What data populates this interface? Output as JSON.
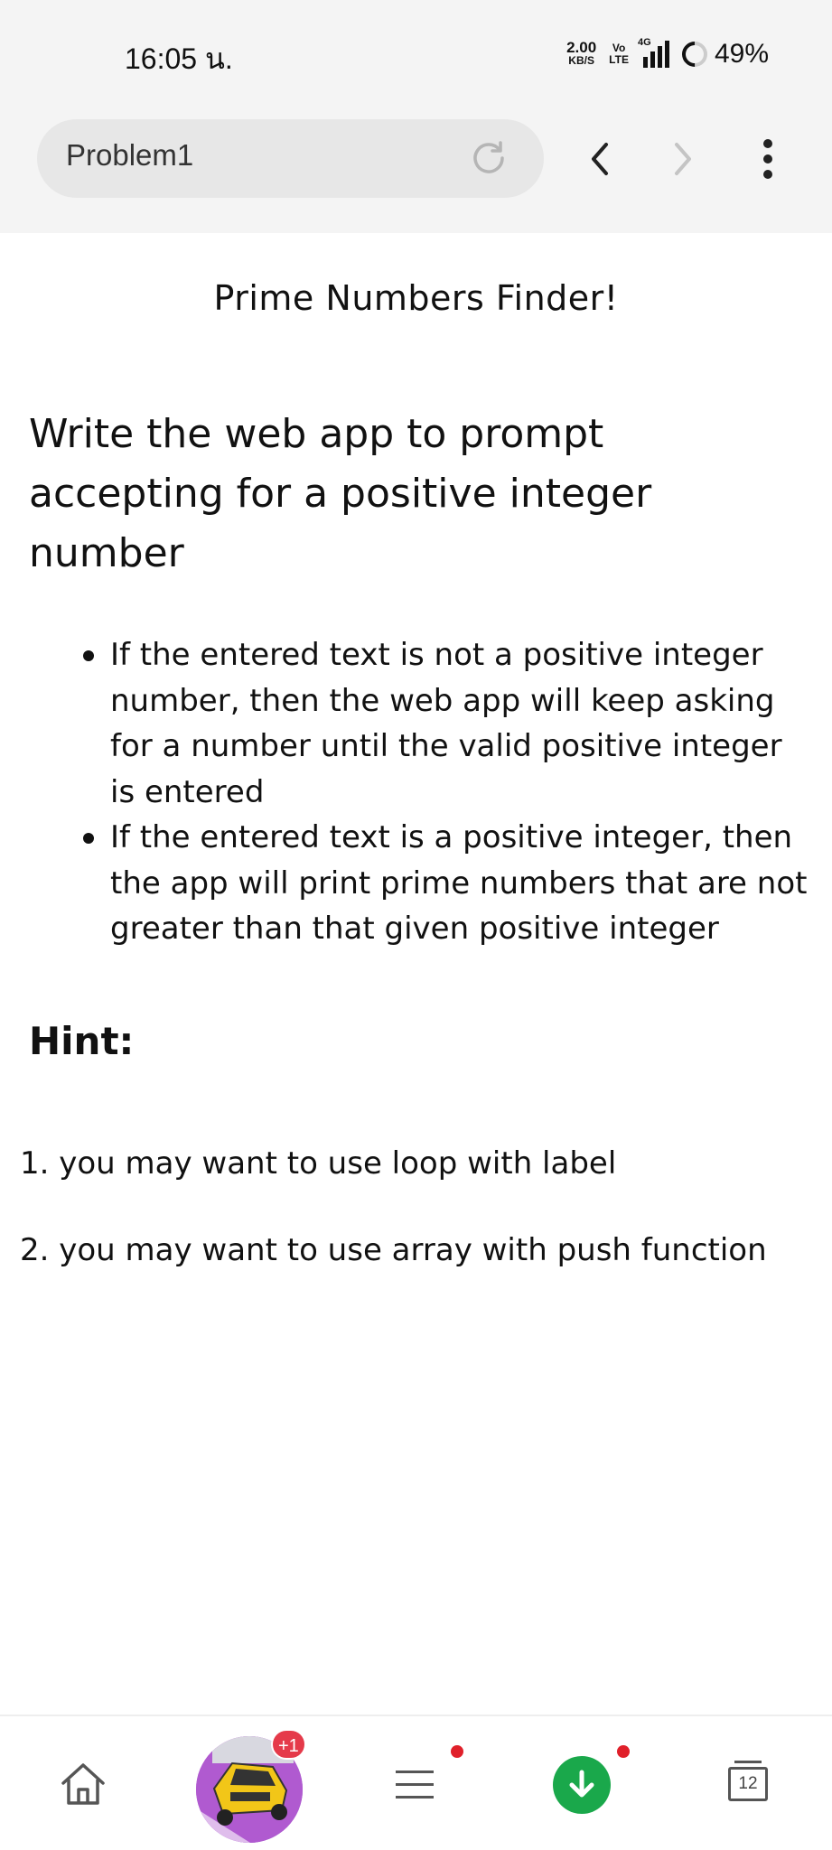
{
  "status_bar": {
    "time": "16:05 น.",
    "net_speed_value": "2.00",
    "net_speed_unit": "KB/S",
    "volte_line1": "Vo",
    "volte_line2": "LTE",
    "network": "4G",
    "battery": "49%"
  },
  "browser": {
    "tab_title": "Problem1",
    "icons": [
      "reload-icon",
      "back-icon",
      "forward-icon",
      "more-vert-icon"
    ]
  },
  "page": {
    "heading": "Prime Numbers Finder!",
    "intro": "Write the web app to prompt accepting for a positive integer number",
    "bullets": [
      "If the entered text is not a positive integer number, then the web app will keep asking for a number until the valid positive integer is entered",
      "If the entered text is a positive integer, then the app will print prime numbers that are not greater than that given positive integer"
    ],
    "hint_label": "Hint:",
    "hints": [
      "1. you may want to use loop with label",
      "2. you may want to use array with push function"
    ]
  },
  "bottom_nav": {
    "items": [
      "home-icon",
      "game-avatar",
      "menu-icon",
      "download-icon",
      "tabs-calendar-icon"
    ],
    "avatar_badge": "+1",
    "tabs_count": "12",
    "accent_green": "#1aa84b",
    "notification_red": "#e0202a"
  }
}
